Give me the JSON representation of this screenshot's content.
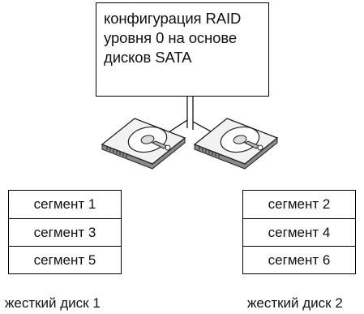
{
  "title": {
    "lines": [
      "конфигурация RAID",
      "уровня 0 на основе",
      "дисков SATA"
    ]
  },
  "disks": [
    {
      "label": "жесткий диск 1",
      "segments": [
        "сегмент 1",
        "сегмент 3",
        "сегмент 5"
      ]
    },
    {
      "label": "жесткий диск 2",
      "segments": [
        "сегмент 2",
        "сегмент 4",
        "сегмент 6"
      ]
    }
  ],
  "icons": [
    "hard-drive-icon",
    "hard-drive-icon"
  ],
  "colors": {
    "line": "#000000",
    "drive_fill": "#f2f2f2",
    "drive_edge": "#222222"
  }
}
